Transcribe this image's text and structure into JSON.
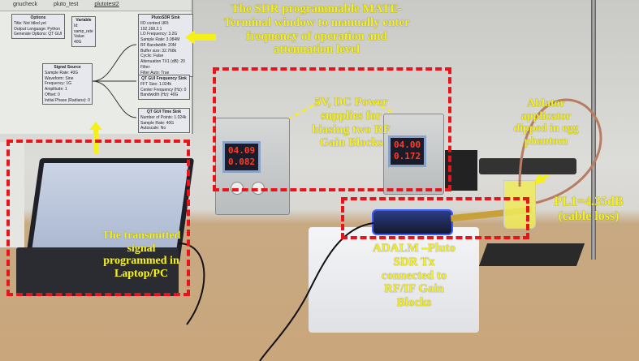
{
  "gnuradio": {
    "tabs": [
      "gnucheck",
      "pluto_test",
      "plutotest2"
    ],
    "blocks": {
      "options": {
        "title": "Options",
        "lines": [
          "Title: Not titled yet",
          "Output Language: Python",
          "Generate Options: QT GUI"
        ]
      },
      "variable": {
        "title": "Variable",
        "lines": [
          "Id: samp_rate",
          "Value: 40G"
        ]
      },
      "pluto_sink": {
        "title": "PlutoSDR Sink",
        "lines": [
          "IIO context URI: 192.168.2.1",
          "LO Frequency: 3.2G",
          "Sample Rate: 3.084M",
          "RF Bandwidth: 20M",
          "Buffer size: 32.768k",
          "Cyclic: False",
          "Attenuation TX1 (dB): 20",
          "Filter:",
          "Filter Auto: True"
        ]
      },
      "signal_source": {
        "title": "Signal Source",
        "lines": [
          "Sample Rate: 40G",
          "Waveform: Sine",
          "Frequency: 1G",
          "Amplitude: 1",
          "Offset: 0",
          "Initial Phase (Radians): 0"
        ]
      },
      "freq_sink": {
        "title": "QT GUI Frequency Sink",
        "lines": [
          "FFT Size: 1.024k",
          "Center Frequency (Hz): 0",
          "Bandwidth (Hz): 40G"
        ]
      },
      "time_sink": {
        "title": "QT GUI Time Sink",
        "lines": [
          "Number of Points: 1.024k",
          "Sample Rate: 40G",
          "Autoscale: No"
        ]
      }
    }
  },
  "psu": {
    "left": {
      "voltage": "04.09",
      "current": "0.082"
    },
    "right": {
      "voltage": "04.00",
      "current": "0.172"
    }
  },
  "annotations": {
    "terminal": [
      "The SDR programmable MATE-",
      "Terminal window to manually enter",
      "frequency of operation and",
      "attenuation level"
    ],
    "power": [
      "5V, DC Power",
      "supplies for",
      "biasing two RF",
      "Gain Blocks"
    ],
    "laptop": [
      "The transmitted",
      "signal",
      "programmed in",
      "Laptop/PC"
    ],
    "pluto": [
      "ADALM –Pluto",
      "SDR Tx",
      "connected to",
      "RF/IF Gain",
      "Blocks"
    ],
    "ablator": [
      "Ablator",
      "applicator",
      "dipped in egg",
      "phantom"
    ],
    "loss": [
      "PL1=4.35dB",
      "(cable loss)"
    ]
  },
  "colors": {
    "annotation": "#f5f018",
    "box": "#e8141a"
  }
}
